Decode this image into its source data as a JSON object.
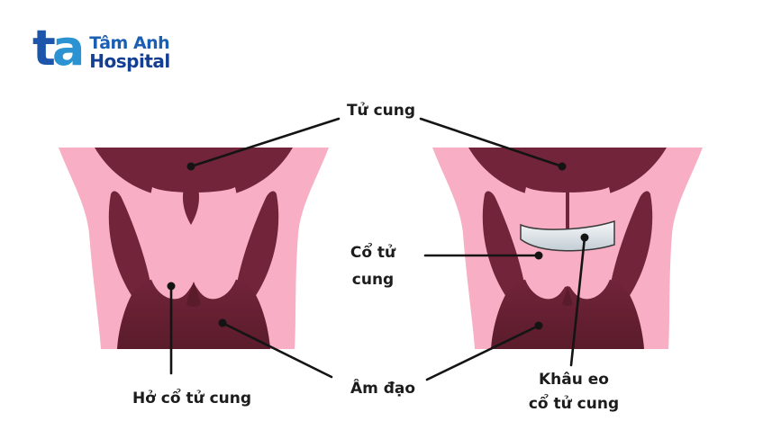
{
  "brand": {
    "logo_mark_t": "t",
    "logo_mark_a": "a",
    "hospital_name": "Tâm Anh",
    "hospital_type": "Hospital"
  },
  "annotations": {
    "uterus": "Tử cung",
    "cervix_line1": "Cổ tử",
    "cervix_line2": "cung",
    "open_cervix": "Hở cổ tử cung",
    "vagina": "Âm đạo",
    "cerclage_line1": "Khâu eo",
    "cerclage_line2": "cổ tử cung"
  },
  "colors": {
    "background": "#ffffff",
    "tissue_pink": "#F8AFC5",
    "cavity_dark": "#72243A",
    "cavity_darker": "#5A1C2B",
    "band_light": "#F6F8FA",
    "band_shadow": "#C3CDD4",
    "band_outline": "#3A3A3A",
    "line_color": "#141414",
    "text_color": "#1C1C1C",
    "logo_t_blue": "#1C55A9",
    "logo_a_blue": "#2B93D1",
    "logo_name_blue": "#1A5FB2",
    "logo_type_blue": "#143E91"
  }
}
